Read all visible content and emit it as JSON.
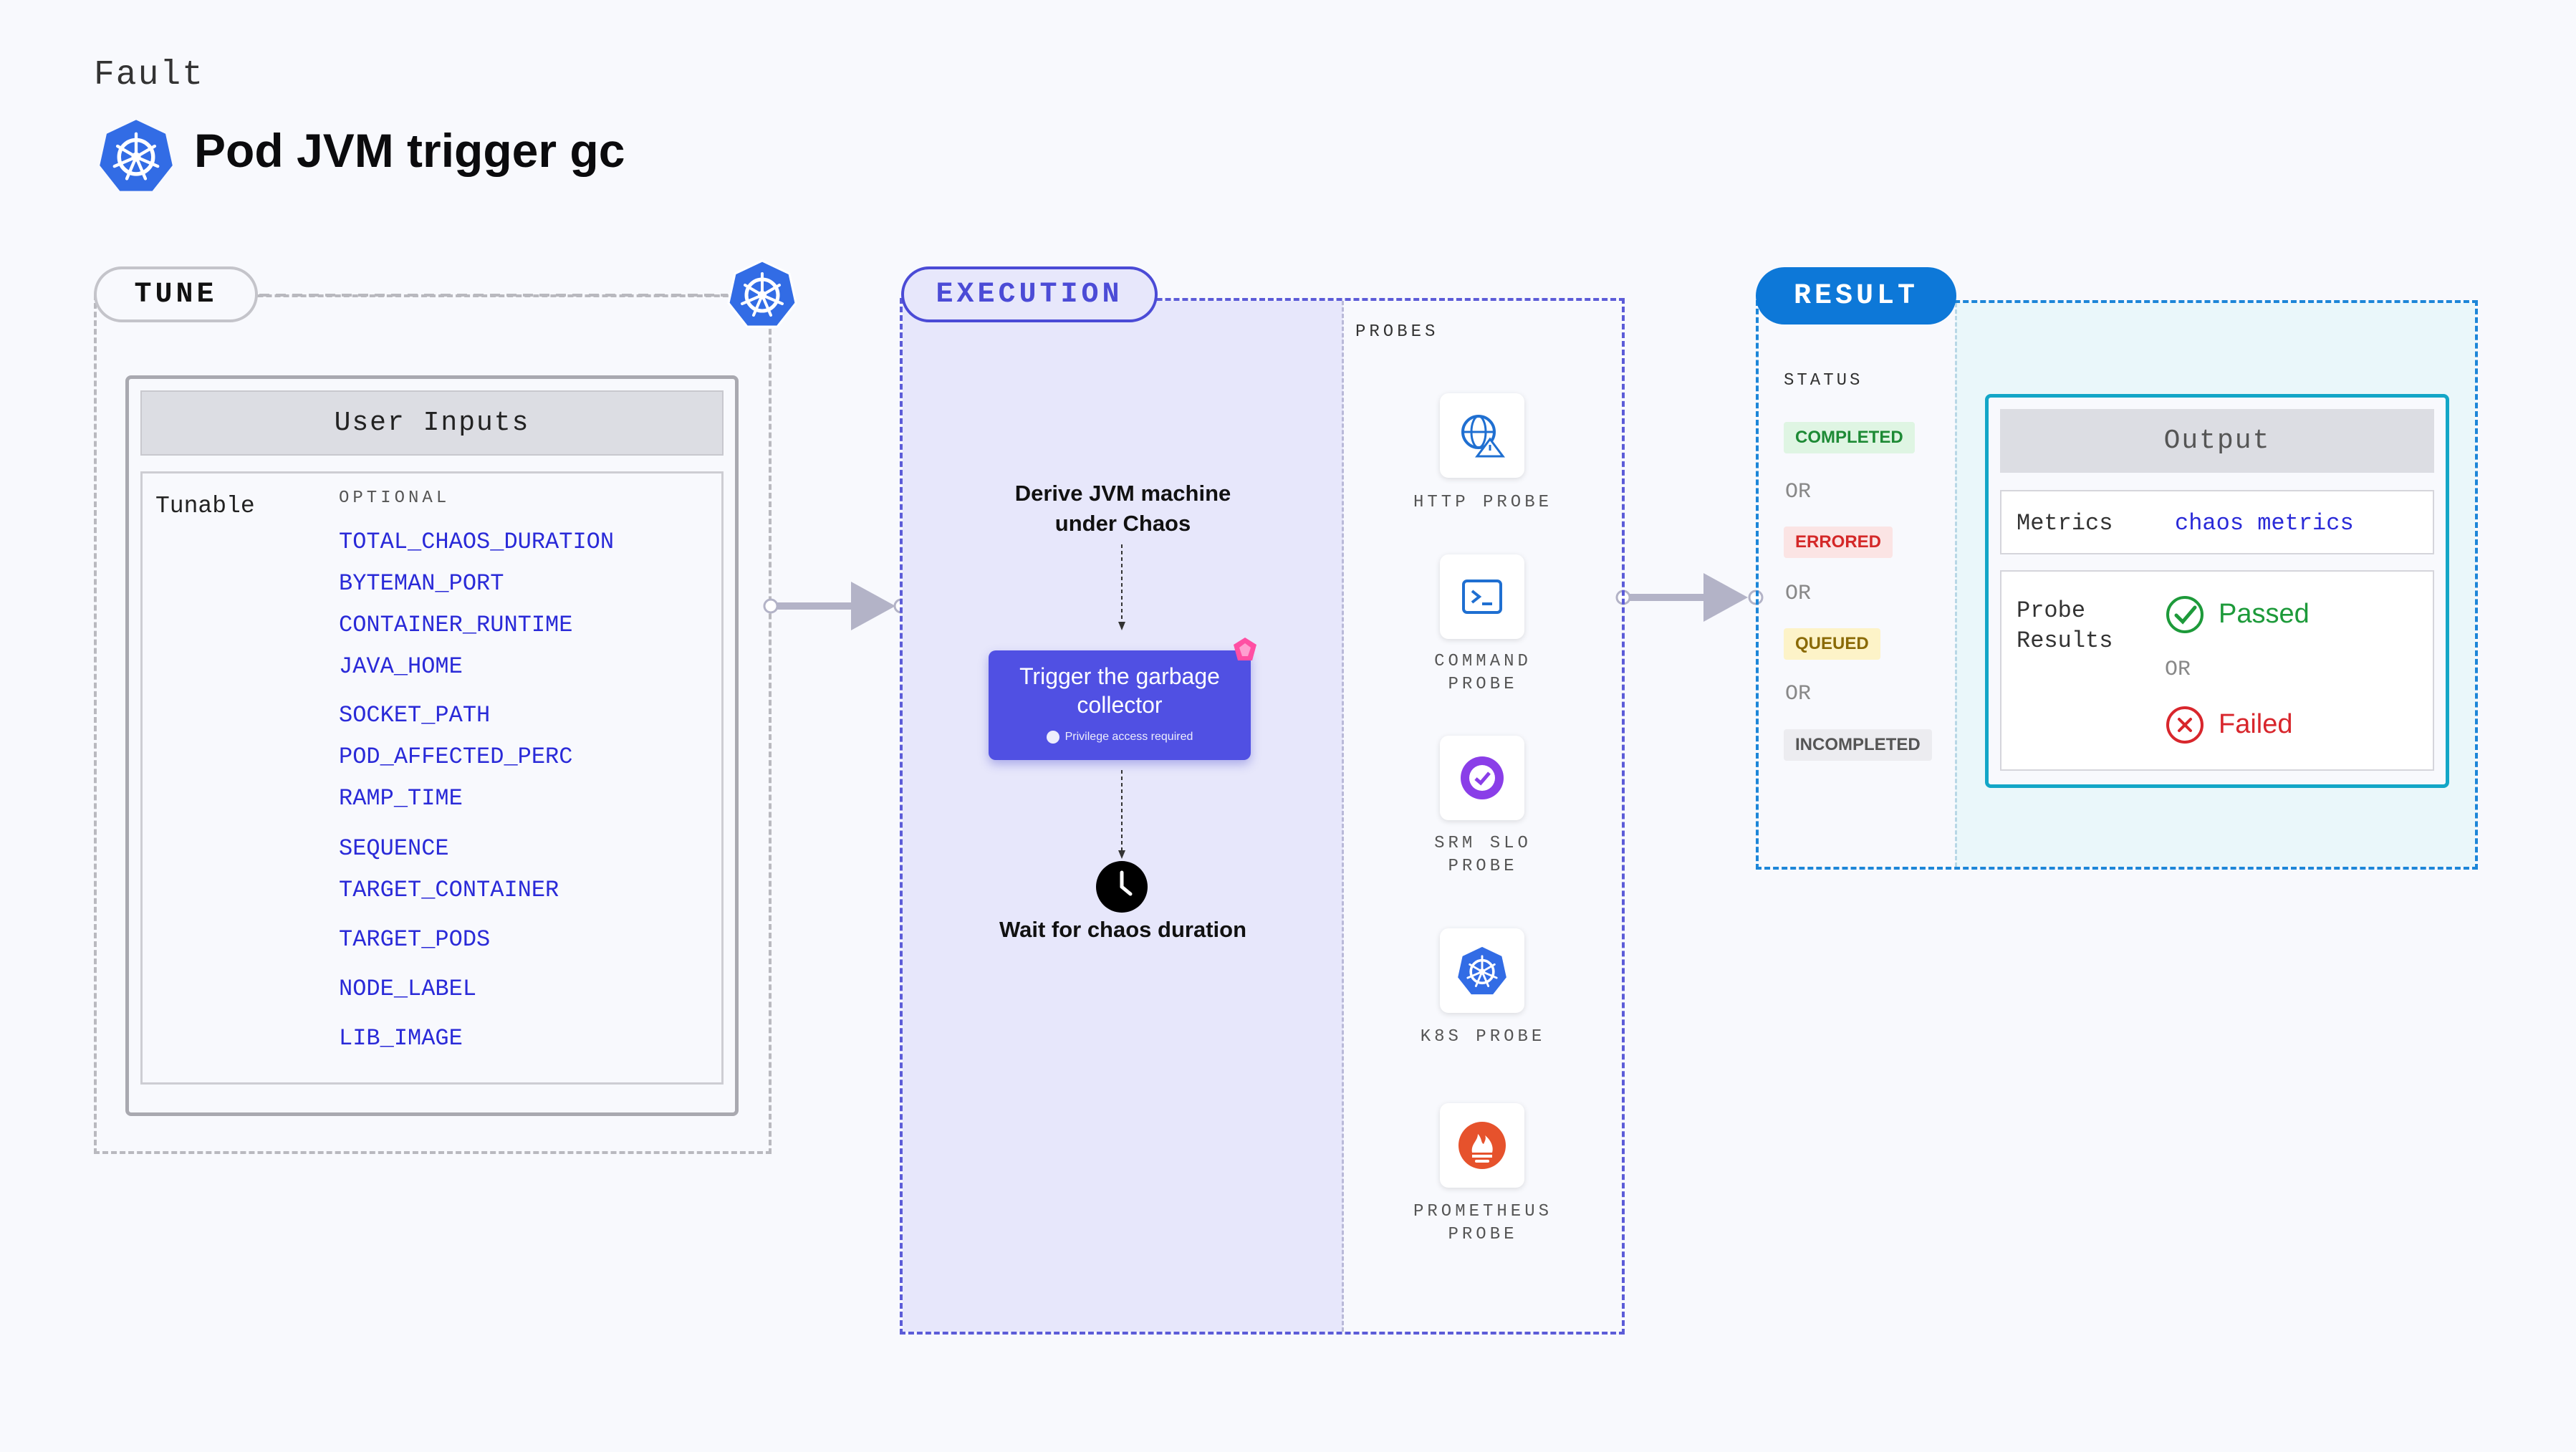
{
  "header": {
    "kind": "Fault",
    "title": "Pod JVM trigger gc"
  },
  "tune": {
    "pill": "TUNE",
    "inputs_title": "User Inputs",
    "tunable_label": "Tunable",
    "optional_label": "OPTIONAL",
    "params": [
      "TOTAL_CHAOS_DURATION",
      "BYTEMAN_PORT",
      "CONTAINER_RUNTIME",
      "JAVA_HOME",
      "SOCKET_PATH",
      "POD_AFFECTED_PERC",
      "RAMP_TIME",
      "SEQUENCE",
      "TARGET_CONTAINER",
      "TARGET_PODS",
      "NODE_LABEL",
      "LIB_IMAGE"
    ]
  },
  "execution": {
    "pill": "EXECUTION",
    "step1": "Derive JVM machine under Chaos",
    "step2": "Trigger the garbage collector",
    "step2_note": "Privilege access required",
    "step3": "Wait for chaos duration",
    "probes_label": "PROBES",
    "probes": [
      {
        "line1": "HTTP PROBE",
        "line2": "",
        "icon": "http-probe-icon"
      },
      {
        "line1": "COMMAND",
        "line2": "PROBE",
        "icon": "command-probe-icon"
      },
      {
        "line1": "SRM SLO",
        "line2": "PROBE",
        "icon": "srm-slo-probe-icon"
      },
      {
        "line1": "K8S PROBE",
        "line2": "",
        "icon": "k8s-probe-icon"
      },
      {
        "line1": "PROMETHEUS",
        "line2": "PROBE",
        "icon": "prometheus-probe-icon"
      }
    ]
  },
  "result": {
    "pill": "RESULT",
    "status_label": "STATUS",
    "statuses": [
      {
        "label": "COMPLETED",
        "bg": "#dff5e3",
        "fg": "#1d8a35"
      },
      {
        "label": "ERRORED",
        "bg": "#fbe4e4",
        "fg": "#d42828"
      },
      {
        "label": "QUEUED",
        "bg": "#fdf3c8",
        "fg": "#8a6a05"
      },
      {
        "label": "INCOMPLETED",
        "bg": "#ececf0",
        "fg": "#555555"
      }
    ],
    "or": "OR",
    "output_title": "Output",
    "metrics_label": "Metrics",
    "metrics_value": "chaos metrics",
    "probe_results_label": "Probe Results",
    "passed": "Passed",
    "failed": "Failed"
  },
  "colors": {
    "tune_border": "#b9b9bf",
    "execution_accent": "#4b4bd6",
    "result_accent": "#0d78d8",
    "param_text": "#2a2ad8",
    "k8s_blue": "#326ce5"
  }
}
